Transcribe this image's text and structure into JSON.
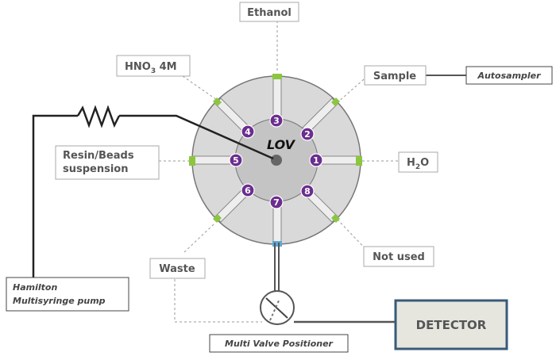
{
  "center_label": "LOV",
  "ports": [
    "1",
    "2",
    "3",
    "4",
    "5",
    "6",
    "7",
    "8"
  ],
  "labels": {
    "ethanol": "Ethanol",
    "hno3_main": "HNO",
    "hno3_sub": "3",
    "hno3_suffix": " 4M",
    "sample": "Sample",
    "autosampler": "Autosampler",
    "resin_line1": "Resin/Beads",
    "resin_line2": "suspension",
    "h2o_h": "H",
    "h2o_sub": "2",
    "h2o_o": "O",
    "waste": "Waste",
    "not_used": "Not used",
    "hamilton_line1": "Hamilton",
    "hamilton_line2": "Multisyringe pump",
    "mvp": "Multi Valve Positioner",
    "detector": "DETECTOR"
  },
  "colors": {
    "port_fill": "#6b2d8f",
    "connector": "#8cc63f",
    "outer_ring": "#d9d9d9",
    "inner_disk": "#c4c4c4",
    "detector_border": "#3a5a78",
    "detector_fill": "#e6e6df"
  }
}
